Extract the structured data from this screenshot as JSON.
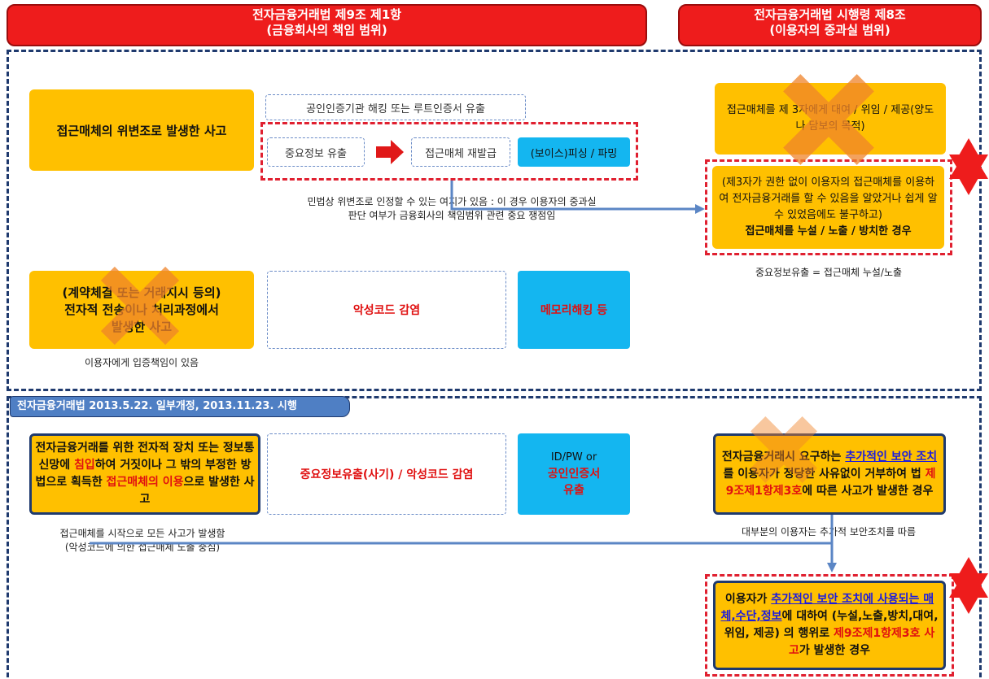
{
  "header_left": {
    "line1": "전자금융거래법 제9조 제1항",
    "line2": "(금융회사의 책임 범위)"
  },
  "header_right": {
    "line1": "전자금융거래법 시행령 제8조",
    "line2": "(이용자의 중과실 범위)"
  },
  "top": {
    "box_forgery": "접근매체의 위변조로 발생한 사고",
    "leak_label": "공인인증기관 해킹 또는 루트인증서 유출",
    "info_leak": "중요정보 유출",
    "reissue": "접근매체 재발급",
    "phishing": "(보이스)피싱 / 파밍",
    "civil_note_line1": "민법상 위변조로 인정할 수 있는 여지가 있음 : 이 경우 이용자의 중과실",
    "civil_note_line2": "판단 여부가 금융회사의 책임범위 관련 중요 쟁점임",
    "box_transmission": "(계약체결 또는 거래지시 등의) 전자적 전송이나 처리과정에서 발생한 사고",
    "malware": "악성코드 감염",
    "memory_hack": "메모리해킹 등",
    "proof_note": "이용자에게 입증책임이 있음"
  },
  "right_top": {
    "lend_text": "접근매체를 제 3자에게 대여 / 위임 / 제공(양도나 담보의 목적)",
    "neglect_text": "(제3자가 권한 없이 이용자의 접근매체를 이용하여 전자금융거래를 할 수 있음을 알았거나 쉽게 알 수 있었음에도 불구하고)",
    "neglect_bold": "접근매체를 누설 / 노출 / 방치한 경우",
    "equation_note": "중요정보유출 = 접근매체 누설/노출"
  },
  "section2": {
    "tag": "전자금융거래법 2013.5.22. 일부개정, 2013.11.23. 시행",
    "intrusion_p1": "전자금융거래를 위한 전자적 장치 또는 정보통신망에 ",
    "intrusion_red1": "침입",
    "intrusion_p2": "하여 거짓이나 그 밖의 부정한 방법으로 획득한 ",
    "intrusion_red2": "접근매체의 이용",
    "intrusion_p3": "으로 발생한 사고",
    "leak_malware": "중요정보유출(사기) / 악성코드 감염",
    "idpw": "ID/PW or",
    "cert_leak": "공인인증서 유출",
    "start_note_line1": "접근매체를 시작으로 모든 사고가 발생함",
    "start_note_line2": "(악성코드에 의한 접근매체 노출 중심)",
    "refuse_p1": "전자금융거래시 요구하는 ",
    "refuse_u": "추가적인 보안 조치",
    "refuse_p2": "를 이용자가 정당한 사유없이 거부하여 법 ",
    "refuse_red": "제9조제1항제3호",
    "refuse_p3": "에 따른 사고가 발생한 경우",
    "majority_note": "대부분의 이용자는 추가적 보안조치를 따름",
    "final_p1": "이용자가 ",
    "final_u1": "추가적인 보안 조치에 사용되는 매체,수단,정보",
    "final_p2": "에 대하여 (누설,노출,방치,대여,위임, 제공) 의 행위로 ",
    "final_red": "제9조제1항제3호 사고",
    "final_p3": "가 발생한 경우"
  },
  "colors": {
    "header_red": "#ee1c1c",
    "orange": "#ffc000",
    "cyan": "#14b6f0",
    "navy": "#1f3a6e",
    "dash_red": "#e02030"
  }
}
